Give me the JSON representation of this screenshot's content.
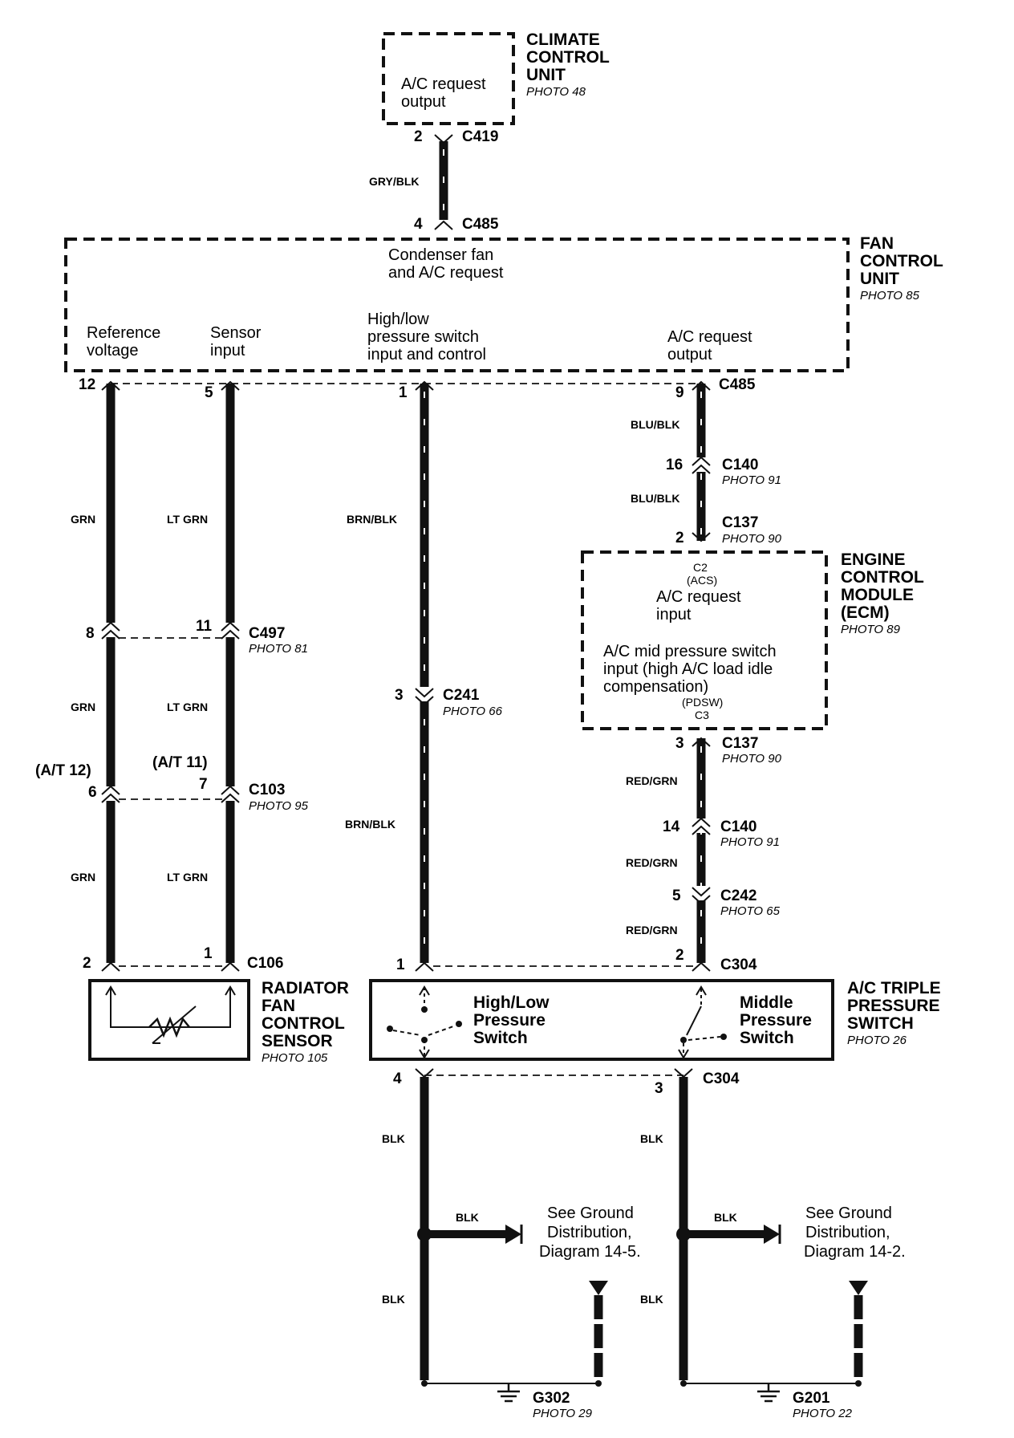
{
  "components": {
    "climate_control_unit": {
      "title_lines": [
        "CLIMATE",
        "CONTROL",
        "UNIT"
      ],
      "photo": "PHOTO 48",
      "inner_lines": [
        "A/C request",
        "output"
      ]
    },
    "fan_control_unit": {
      "title_lines": [
        "FAN",
        "CONTROL",
        "UNIT"
      ],
      "photo": "PHOTO 85",
      "top_lines": [
        "Condenser fan",
        "and A/C request"
      ],
      "ref_lines": [
        "Reference",
        "voltage"
      ],
      "sensor_lines": [
        "Sensor",
        "input"
      ],
      "hilo_lines": [
        "High/low",
        "pressure switch",
        "input and control"
      ],
      "acreq_lines": [
        "A/C request",
        "output"
      ]
    },
    "ecm": {
      "title_lines": [
        "ENGINE",
        "CONTROL",
        "MODULE",
        "(ECM)"
      ],
      "photo": "PHOTO 89",
      "c2": "C2",
      "acs": "(ACS)",
      "acreq_lines": [
        "A/C request",
        "input"
      ],
      "mid_lines": [
        "A/C mid pressure switch",
        "input (high A/C load idle",
        "compensation)"
      ],
      "pdsw": "(PDSW)",
      "c3": "C3"
    },
    "radiator_sensor": {
      "title_lines": [
        "RADIATOR",
        "FAN",
        "CONTROL",
        "SENSOR"
      ],
      "photo": "PHOTO 105"
    },
    "triple_switch": {
      "title_lines": [
        "A/C TRIPLE",
        "PRESSURE",
        "SWITCH"
      ],
      "photo": "PHOTO 26",
      "hilo_lines": [
        "High/Low",
        "Pressure",
        "Switch"
      ],
      "mid_lines": [
        "Middle",
        "Pressure",
        "Switch"
      ]
    }
  },
  "connectors": {
    "c419": {
      "name": "C419",
      "pin": "2"
    },
    "c485_top": {
      "name": "C485",
      "pin": "4"
    },
    "c485_out": {
      "name": "C485",
      "pins": [
        "12",
        "5",
        "1",
        "9"
      ]
    },
    "c140_upper": {
      "name": "C140",
      "pin": "16",
      "photo": "PHOTO 91"
    },
    "c137_upper": {
      "name": "C137",
      "pin": "2",
      "photo": "PHOTO 90"
    },
    "c497": {
      "name": "C497",
      "pins": [
        "8",
        "11"
      ],
      "photo": "PHOTO 81"
    },
    "c241": {
      "name": "C241",
      "pin": "3",
      "photo": "PHOTO 66"
    },
    "c103": {
      "name": "C103",
      "pins": [
        "6",
        "7"
      ],
      "at_pins": [
        "(A/T 12)",
        "(A/T 11)"
      ],
      "photo": "PHOTO 95"
    },
    "c137_lower": {
      "name": "C137",
      "pin": "3",
      "photo": "PHOTO 90"
    },
    "c140_lower": {
      "name": "C140",
      "pin": "14",
      "photo": "PHOTO 91"
    },
    "c242": {
      "name": "C242",
      "pin": "5",
      "photo": "PHOTO 65"
    },
    "c106": {
      "name": "C106",
      "pins": [
        "2",
        "1"
      ]
    },
    "c304_top": {
      "name": "C304",
      "pins": [
        "1",
        "2"
      ]
    },
    "c304_bottom": {
      "name": "C304",
      "pins": [
        "4",
        "3"
      ]
    }
  },
  "wires": {
    "gry_blk": "GRY/BLK",
    "grn": "GRN",
    "lt_grn": "LT GRN",
    "brn_blk": "BRN/BLK",
    "blu_blk": "BLU/BLK",
    "red_grn": "RED/GRN",
    "blk": "BLK"
  },
  "grounds": {
    "g302": {
      "name": "G302",
      "photo": "PHOTO 29",
      "see_lines": [
        "See Ground",
        "Distribution,",
        "Diagram 14-5."
      ]
    },
    "g201": {
      "name": "G201",
      "photo": "PHOTO 22",
      "see_lines": [
        "See Ground",
        "Distribution,",
        "Diagram 14-2."
      ]
    }
  }
}
